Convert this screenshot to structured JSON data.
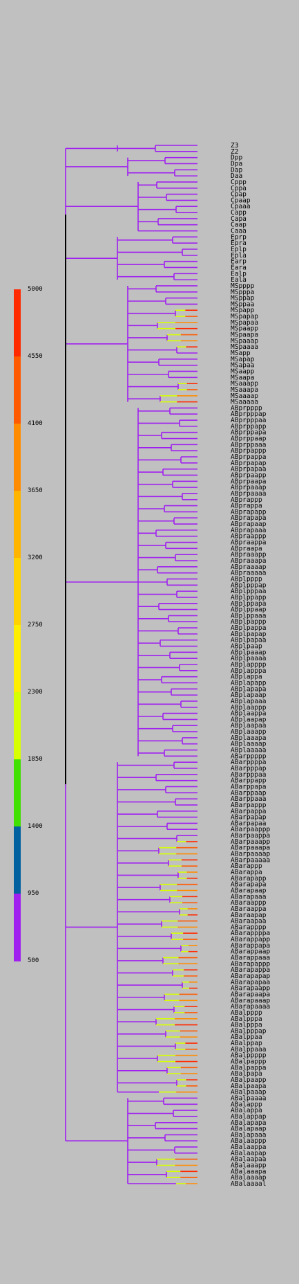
{
  "legend": {
    "ticks": [
      "5000",
      "4550",
      "4100",
      "3650",
      "3200",
      "2750",
      "2300",
      "1850",
      "1400",
      "950",
      "500"
    ],
    "colors": [
      "#ff2a00",
      "#ff5a00",
      "#ff8c00",
      "#ffb400",
      "#ffd200",
      "#ffee00",
      "#d8ff00",
      "#40e000",
      "#0060a0",
      "#a020f0"
    ]
  },
  "tree": {
    "branch_color": "#a020f0",
    "scale_line_color": "#000000",
    "leaves": [
      "Z3",
      "Z2",
      "Dpp",
      "Dpa",
      "Dap",
      "Daa",
      "Cppp",
      "Cppa",
      "Cpap",
      "Cpaap",
      "Cpaaa",
      "Capp",
      "Capa",
      "Caap",
      "Caaa",
      "Eprp",
      "Epra",
      "Eplp",
      "Epla",
      "Earp",
      "Eara",
      "Ealp",
      "Eala",
      "MSpppp",
      "MSpppa",
      "MSppap",
      "MSppaa",
      "MSpapp",
      "MSpapap",
      "MSpapaa",
      "MSpaapp",
      "MSpaapa",
      "MSpaaap",
      "MSpaaaa",
      "MSapp",
      "MSapap",
      "MSapaa",
      "MSaapp",
      "MSaapa",
      "MSaaapp",
      "MSaaapa",
      "MSaaaap",
      "MSaaaaa",
      "ABprpppp",
      "ABprpppap",
      "ABprpppaa",
      "ABprppapp",
      "ABprppapa",
      "ABprppaap",
      "ABprppaaa",
      "ABprpappp",
      "ABprpappa",
      "ABprpapap",
      "ABprpapaa",
      "ABprpaapp",
      "ABprpaapa",
      "ABprpaaap",
      "ABprpaaaa",
      "ABprappp",
      "ABprappa",
      "ABprapapp",
      "ABprapapa",
      "ABprapaap",
      "ABprapaaa",
      "ABpraappp",
      "ABpraappa",
      "ABpraapa",
      "ABpraaapp",
      "ABpraaapa",
      "ABpraaaap",
      "ABpraaaaa",
      "ABplpppp",
      "ABplpppap",
      "ABplpppaa",
      "ABplppapp",
      "ABplppapa",
      "ABplppaap",
      "ABplppaaa",
      "ABplpappp",
      "ABplpappa",
      "ABplpapap",
      "ABplpapaa",
      "ABplpaap",
      "ABplpaaap",
      "ABplpaaaa",
      "ABplapppp",
      "ABplapppa",
      "ABplappa",
      "ABplapapp",
      "ABplapapa",
      "ABplapaap",
      "ABplapaaa",
      "ABplaappp",
      "ABplaappa",
      "ABplaapap",
      "ABplaapaa",
      "ABplaaapp",
      "ABplaaapa",
      "ABplaaaap",
      "ABplaaaaa",
      "ABarppppp",
      "ABarppppa",
      "ABarpppap",
      "ABarpppaa",
      "ABarppapp",
      "ABarppapa",
      "ABarppaap",
      "ABarppaaa",
      "ABarpappp",
      "ABarpappa",
      "ABarpapap",
      "ABarpapaa",
      "ABarpaappp",
      "ABarpaappa",
      "ABarpaaapp",
      "ABarpaaapa",
      "ABarpaaaap",
      "ABarpaaaaa",
      "ABarappp",
      "ABarappa",
      "ABarapapp",
      "ABarapapa",
      "ABarapaap",
      "ABarapaaa",
      "ABaraappp",
      "ABaraappa",
      "ABaraapap",
      "ABaraapaa",
      "ABarapppp",
      "ABarappppa",
      "ABarappapp",
      "ABarappapa",
      "ABarappaap",
      "ABarappaaa",
      "ABarapappp",
      "ABarapappa",
      "ABarapapap",
      "ABarapapaa",
      "ABarapaapp",
      "ABarapaapa",
      "ABarapaaap",
      "ABarapaaaa",
      "ABalpppp",
      "ABalpppa",
      "ABalpppa",
      "ABalpppap",
      "ABalppaa",
      "ABalppap",
      "ABalppaaa",
      "ABalppppp",
      "ABalpappp",
      "ABalpappa",
      "ABalpapa",
      "ABalpaapp",
      "ABalpaapa",
      "ABalpaaap",
      "ABalpaaaa",
      "ABalappp",
      "ABalappa",
      "ABalappap",
      "ABalapapa",
      "ABalapaap",
      "ABalapaaa",
      "ABalaappp",
      "ABalaappa",
      "ABalaapap",
      "ABalaapaa",
      "ABalaaapp",
      "ABalaaapa",
      "ABalaaaap",
      "ABalaaaal"
    ]
  }
}
